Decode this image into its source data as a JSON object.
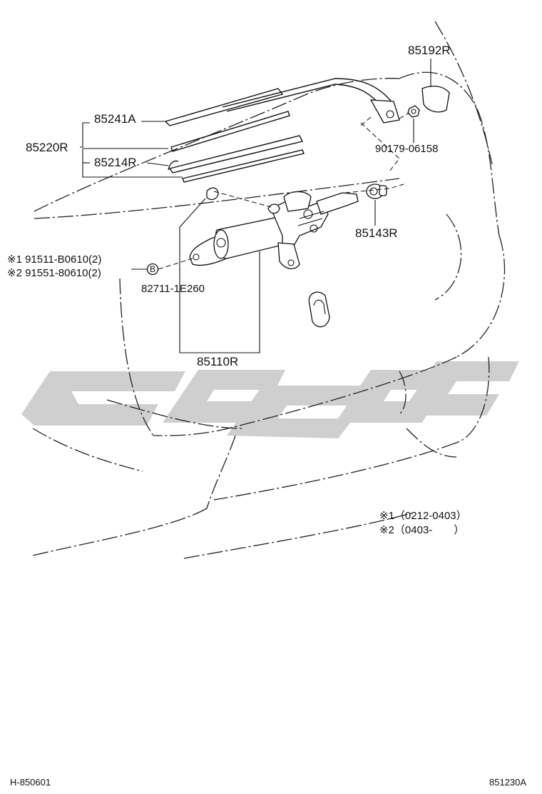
{
  "parts": {
    "p85192R": "85192R",
    "p85241A": "85241A",
    "p85220R": "85220R",
    "p85214R": "85214R",
    "p90179": "90179-06158",
    "p85143R": "85143R",
    "p82711": "82711-1E260",
    "p85110R": "85110R",
    "bolt1": "※1 91511-B0610(2)",
    "bolt2": "※2 91551-80610(2)",
    "bolt_marker": "B"
  },
  "legend": {
    "note1": "※1（0212-0403）",
    "note2": "※2（0403-　　）"
  },
  "footer": {
    "left_code": "H-850601",
    "right_code": "851230A"
  },
  "colors": {
    "line": "#111111",
    "watermark": "#cfcfcf"
  }
}
